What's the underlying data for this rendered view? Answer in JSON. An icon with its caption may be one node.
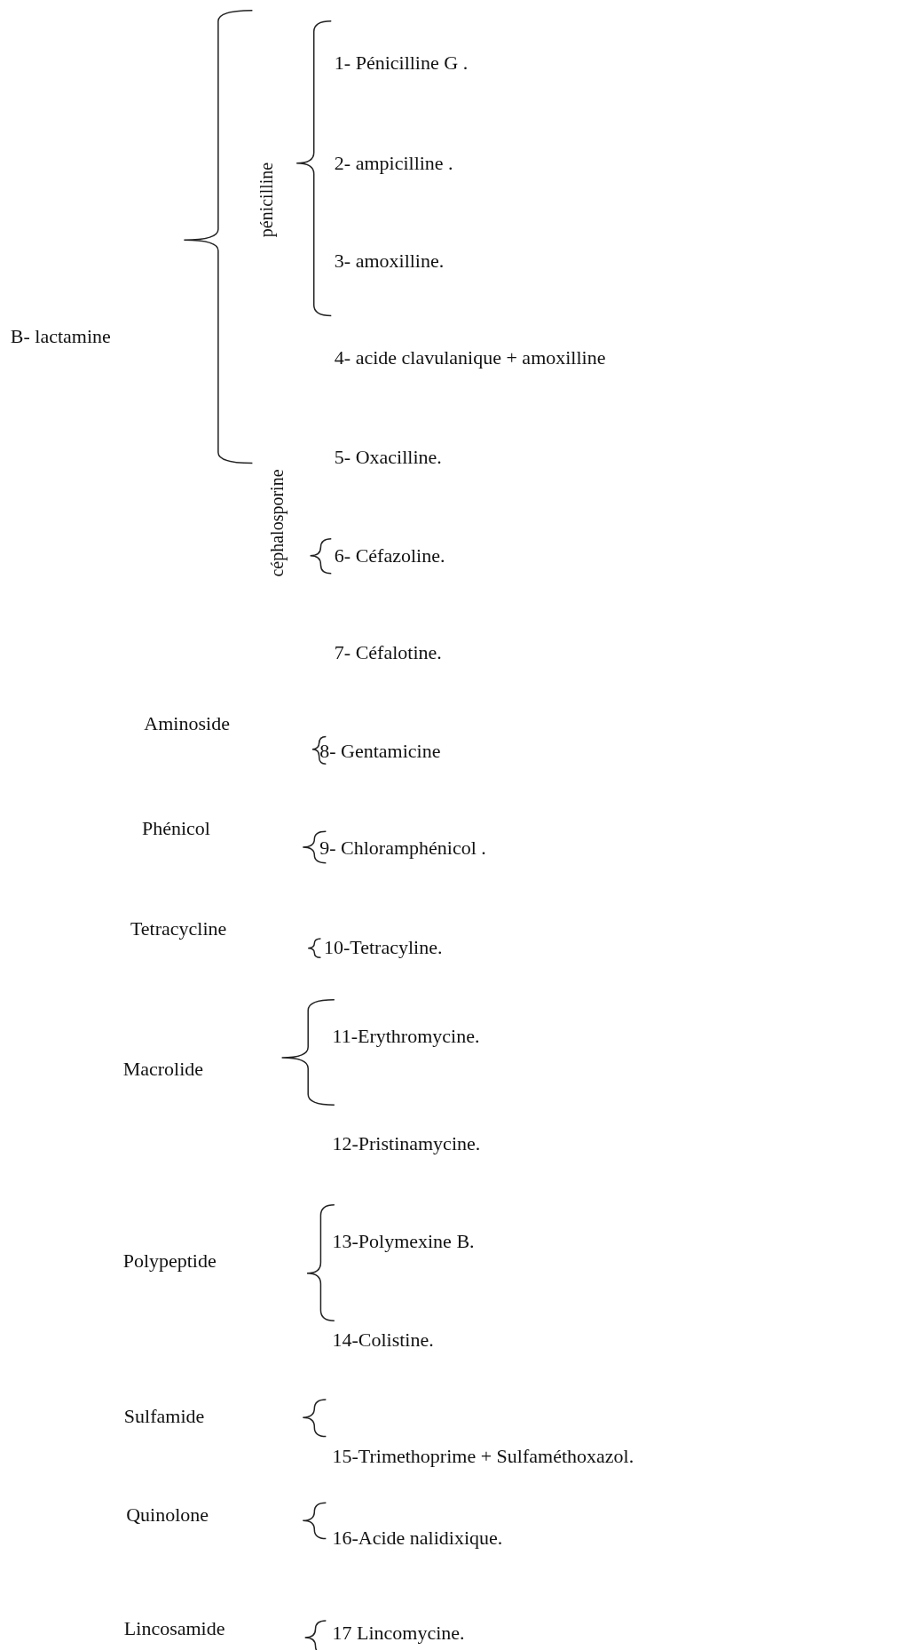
{
  "diagram": {
    "labels": [
      "pénicilline",
      "1- Pénicilline G .",
      "2- ampicilline .",
      "3- amoxilline.",
      "B- lactamine",
      "4- acide clavulanique + amoxilline",
      "5- Oxacilline.",
      "céphalosporine",
      "6- Céfazoline.",
      "7- Céfalotine.",
      "Aminoside",
      "8- Gentamicine",
      "Phénicol",
      "9- Chloramphénicol .",
      "Tetracycline",
      "10-Tetracyline.",
      "11-Erythromycine.",
      "Macrolide",
      "12-Pristinamycine.",
      "13-Polymexine B.",
      "Polypeptide",
      "14-Colistine.",
      "Sulfamide",
      "15-Trimethoprime + Sulfaméthoxazol.",
      "Quinolone",
      "16-Acide nalidixique.",
      "Lincosamide",
      "17 Lincomycine."
    ]
  }
}
